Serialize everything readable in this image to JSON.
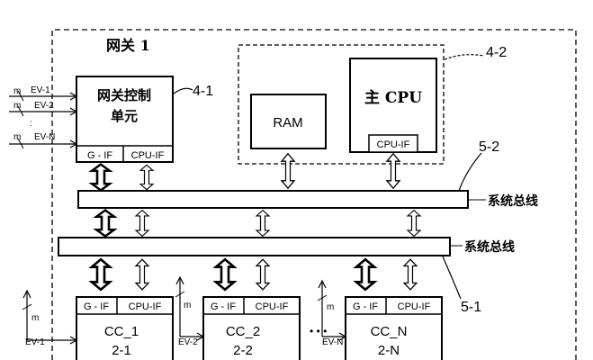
{
  "gateway_title": "网关 1",
  "controller": {
    "line1": "网关控制",
    "line2": "单元",
    "ref": "4-1",
    "gif": "G - IF",
    "cpuif": "CPU-IF"
  },
  "cpu_group": {
    "ref": "4-2",
    "ram": "RAM",
    "cpu_title": "主 CPU",
    "cpu_if": "CPU-IF"
  },
  "buses": {
    "upper": {
      "label": "系统总线",
      "ref": "5-2"
    },
    "lower": {
      "label": "系统总线",
      "ref": "5-1"
    }
  },
  "inputs": {
    "m": "m",
    "ev1": "EV-1",
    "ev2": "EV-2",
    "dots": ":",
    "evn": "EV-N"
  },
  "ccs": [
    {
      "gif": "G - IF",
      "cpuif": "CPU-IF",
      "name": "CC_1",
      "ref": "2-1",
      "ev": "EV-1",
      "m": "m"
    },
    {
      "gif": "G - IF",
      "cpuif": "CPU-IF",
      "name": "CC_2",
      "ref": "2-2",
      "ev": "EV-2",
      "m": "m"
    },
    {
      "gif": "G - IF",
      "cpuif": "CPU-IF",
      "name": "CC_N",
      "ref": "2-N",
      "ev": "EV-N",
      "m": "m"
    }
  ],
  "cc_dots": "• • •"
}
